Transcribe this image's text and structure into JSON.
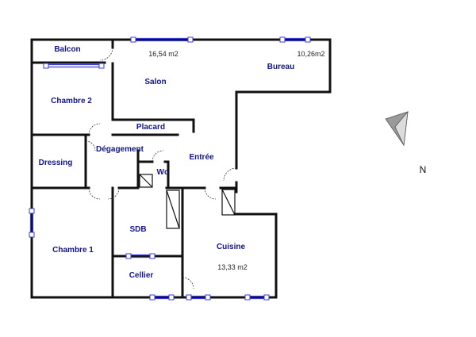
{
  "rooms": {
    "balcon": "Balcon",
    "chambre2": "Chambre 2",
    "salon": "Salon",
    "bureau": "Bureau",
    "placard": "Placard",
    "degagement": "Dégagement",
    "dressing": "Dressing",
    "wc": "Wc",
    "entree": "Entrée",
    "sdb": "SDB",
    "chambre1": "Chambre 1",
    "cuisine": "Cuisine",
    "cellier": "Cellier"
  },
  "areas": {
    "salon": "16,54 m2",
    "bureau": "10,26m2",
    "cuisine": "13,33 m2"
  },
  "compass": {
    "north_label": "N"
  }
}
